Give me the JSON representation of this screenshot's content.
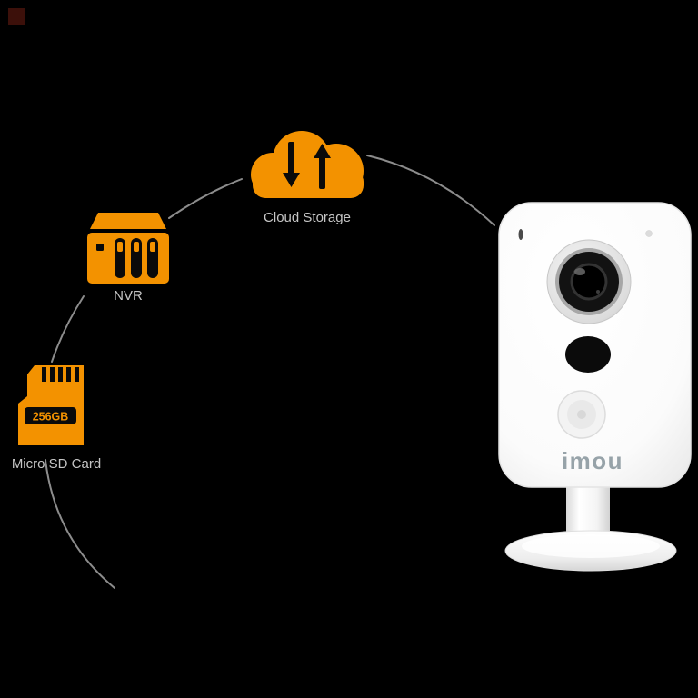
{
  "labels": {
    "cloud_storage": "Cloud Storage",
    "nvr": "NVR",
    "sd_capacity": "256GB",
    "micro_sd": "Micro SD Card",
    "brand_logo": "imou"
  },
  "colors": {
    "background": "#000000",
    "accent": "#F39200",
    "arc": "#8C8C8C",
    "labeltext": "#C6C6C6",
    "detail": "#0A0A0A",
    "logo": "#97A3A9",
    "body": "#FFFFFF"
  },
  "icons": {
    "cloud": "cloud-storage-icon",
    "nvr": "nvr-icon",
    "sd": "micro-sd-card-icon",
    "arrows": [
      "down-arrow-icon",
      "up-arrow-icon"
    ]
  }
}
